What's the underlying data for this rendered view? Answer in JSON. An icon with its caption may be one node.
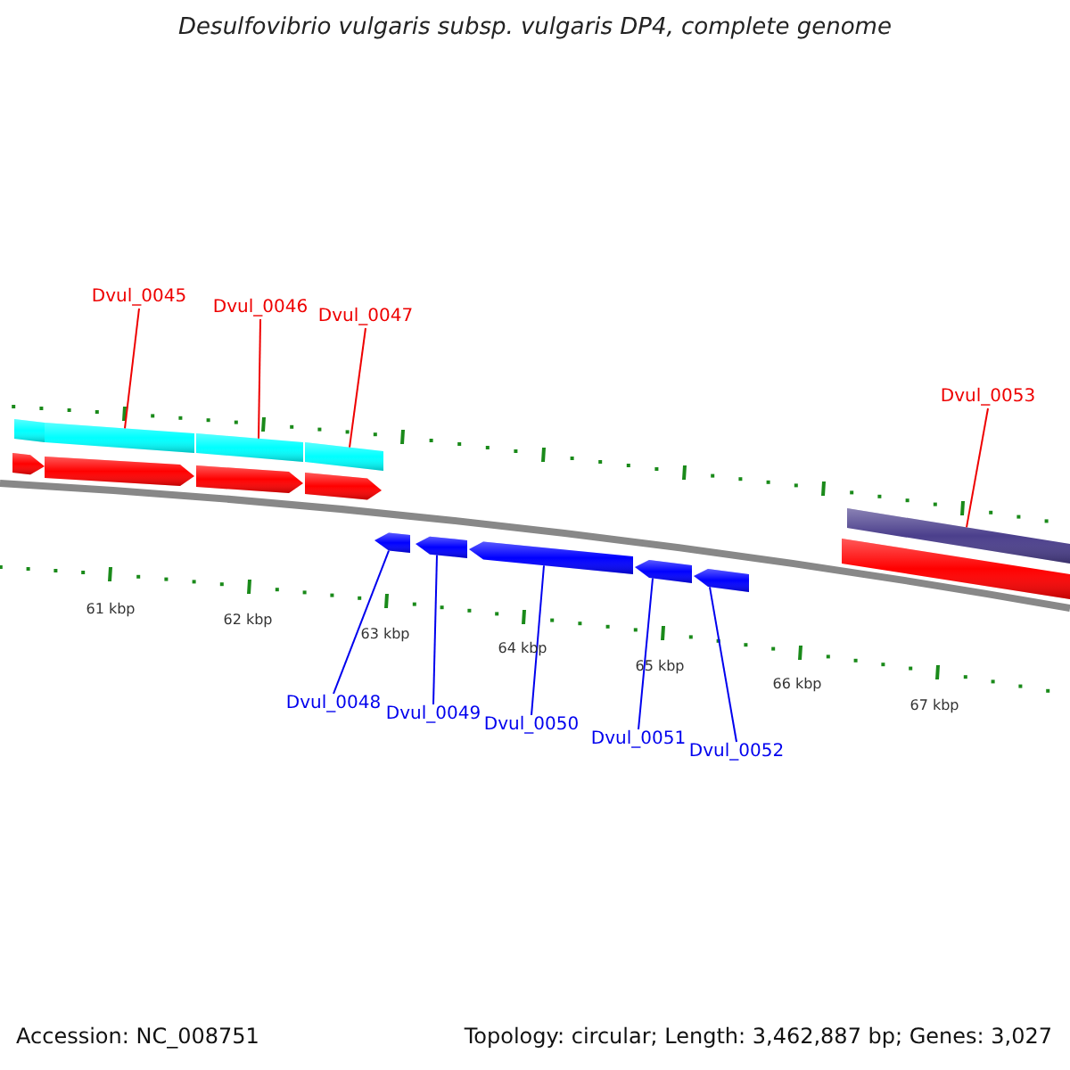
{
  "diagram": {
    "title": "Desulfovibrio vulgaris subsp. vulgaris DP4, complete genome",
    "nodes": [
      {
        "text": [
          "Dvul_0045"
        ]
      },
      {
        "text": [
          "Dvul_0046"
        ]
      },
      {
        "text": [
          "Dvul_0047"
        ]
      },
      {
        "text": [
          "Dvul_0048"
        ]
      },
      {
        "text": [
          "Dvul_0049"
        ]
      },
      {
        "text": [
          "Dvul_0050"
        ]
      },
      {
        "text": [
          "Dvul_0051"
        ]
      },
      {
        "text": [
          "Dvul_0052"
        ]
      },
      {
        "text": [
          "Dvul_0053"
        ]
      },
      {
        "text": [],
        "shape": "bar"
      },
      {
        "text": [],
        "shape": "bar"
      },
      {
        "text": [],
        "shape": "bar"
      },
      {
        "text": [],
        "shape": "arrow"
      },
      {
        "text": [],
        "shape": "arrow"
      },
      {
        "text": [],
        "shape": "arrow"
      },
      {
        "text": [],
        "shape": "arrow"
      },
      {
        "text": [],
        "shape": "arrow"
      },
      {
        "text": [],
        "shape": "bar"
      }
    ],
    "edges": [
      {
        "from": 0,
        "to": 9,
        "arrow": "none",
        "color": "#ee0000"
      },
      {
        "from": 1,
        "to": 10,
        "arrow": "none",
        "color": "#ee0000"
      },
      {
        "from": 2,
        "to": 11,
        "arrow": "none",
        "color": "#ee0000"
      },
      {
        "from": 3,
        "to": 12,
        "arrow": "none"
      },
      {
        "from": 4,
        "to": 13,
        "arrow": "none"
      },
      {
        "from": 5,
        "to": 14,
        "arrow": "none"
      },
      {
        "from": 6,
        "to": 15,
        "arrow": "none"
      },
      {
        "from": 7,
        "to": 16,
        "arrow": "none"
      },
      {
        "from": 8,
        "to": 17,
        "arrow": "none",
        "color": "#ee0000"
      }
    ],
    "labels": [
      "61 kbp",
      "62 kbp",
      "63 kbp",
      "64 kbp",
      "65 kbp",
      "66 kbp",
      "67 kbp",
      "Accession: NC_008751",
      "Topology: circular; Length: 3,462,887 bp; Genes: 3,027"
    ]
  }
}
